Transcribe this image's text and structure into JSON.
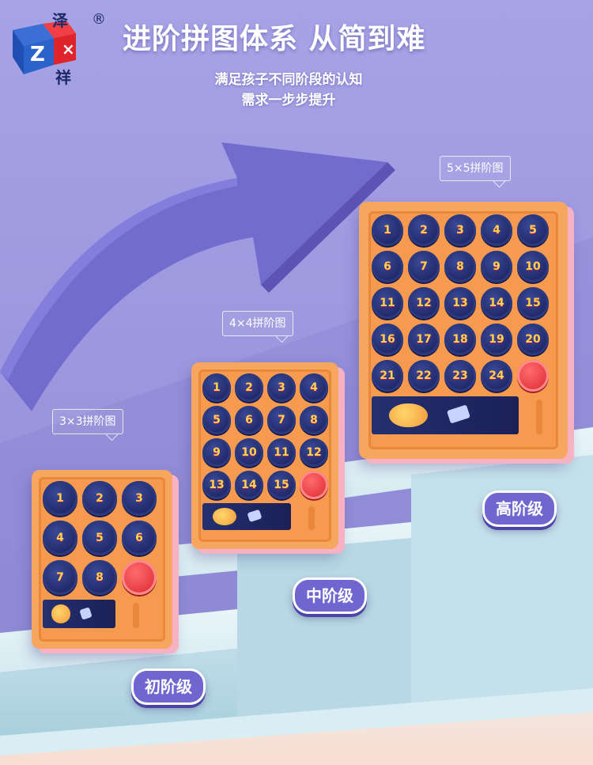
{
  "brand": {
    "char_top": "泽",
    "char_bottom": "祥",
    "reg_mark": "®",
    "cube_letter_left": "Z",
    "cube_letter_right": "×"
  },
  "header": {
    "title": "进阶拼图体系 从简到难",
    "subtitle_line1": "满足孩子不同阶段的认知",
    "subtitle_line2": "需求一步步提升"
  },
  "levels": [
    {
      "callout": "3×3拼阶图",
      "badge": "初阶级",
      "grid": 3,
      "tiles": [
        "1",
        "2",
        "3",
        "4",
        "5",
        "6",
        "7",
        "8",
        ""
      ]
    },
    {
      "callout": "4×4拼阶图",
      "badge": "中阶级",
      "grid": 4,
      "tiles": [
        "1",
        "2",
        "3",
        "4",
        "5",
        "6",
        "7",
        "8",
        "9",
        "10",
        "11",
        "12",
        "13",
        "14",
        "15",
        ""
      ]
    },
    {
      "callout": "5×5拼阶图",
      "badge": "高阶级",
      "grid": 5,
      "tiles": [
        "1",
        "2",
        "3",
        "4",
        "5",
        "6",
        "7",
        "8",
        "9",
        "10",
        "11",
        "12",
        "13",
        "14",
        "15",
        "16",
        "17",
        "18",
        "19",
        "20",
        "21",
        "22",
        "23",
        "24",
        ""
      ]
    }
  ],
  "colors": {
    "background": "#9b97dd",
    "board": "#f7a660",
    "badge": "#6f66cf",
    "tile_dark": "#1f2766",
    "tile_red": "#e4383f"
  }
}
